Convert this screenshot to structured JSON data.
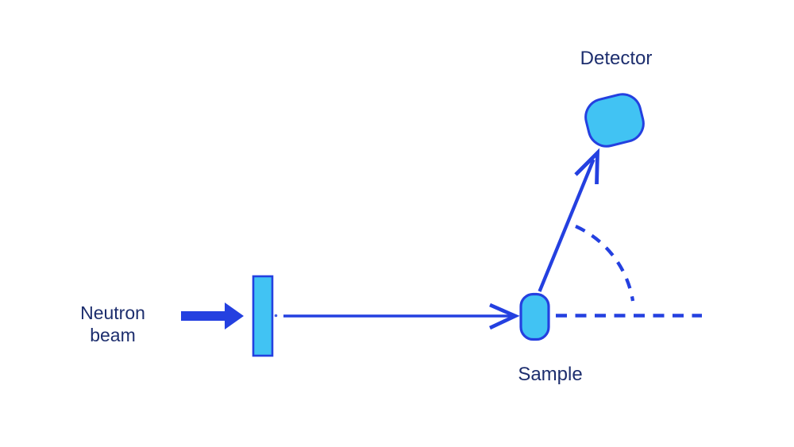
{
  "diagram": {
    "labels": {
      "neutron_beam": "Neutron beam",
      "sample": "Sample",
      "detector": "Detector"
    },
    "colors": {
      "line_blue": "#2440e0",
      "shape_fill": "#41c3f3",
      "label_text": "#1d2e6e",
      "background": "#ffffff"
    }
  }
}
